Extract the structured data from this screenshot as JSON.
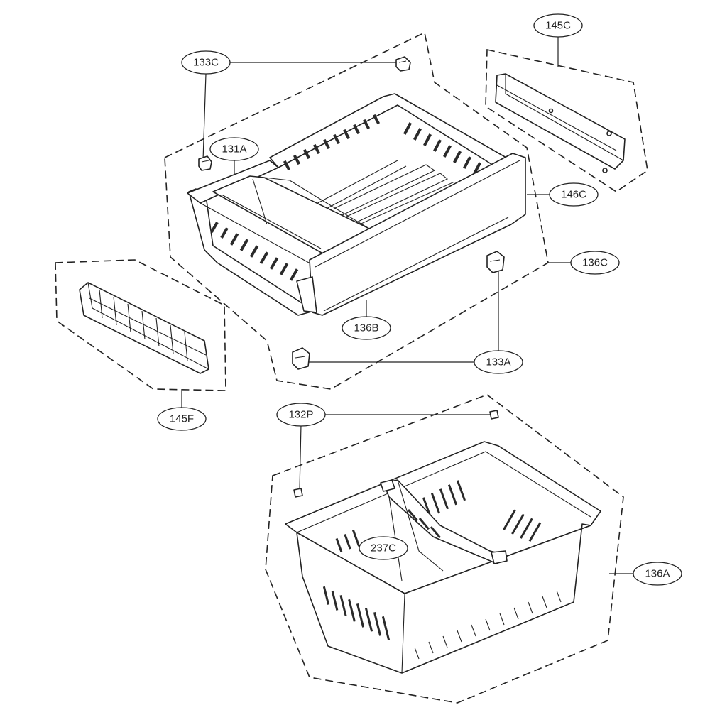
{
  "callouts": {
    "c_133C": "133C",
    "c_145C": "145C",
    "c_131A": "131A",
    "c_146C": "146C",
    "c_136C": "136C",
    "c_136B": "136B",
    "c_133A": "133A",
    "c_145F": "145F",
    "c_132P": "132P",
    "c_237C": "237C",
    "c_136A": "136A"
  }
}
